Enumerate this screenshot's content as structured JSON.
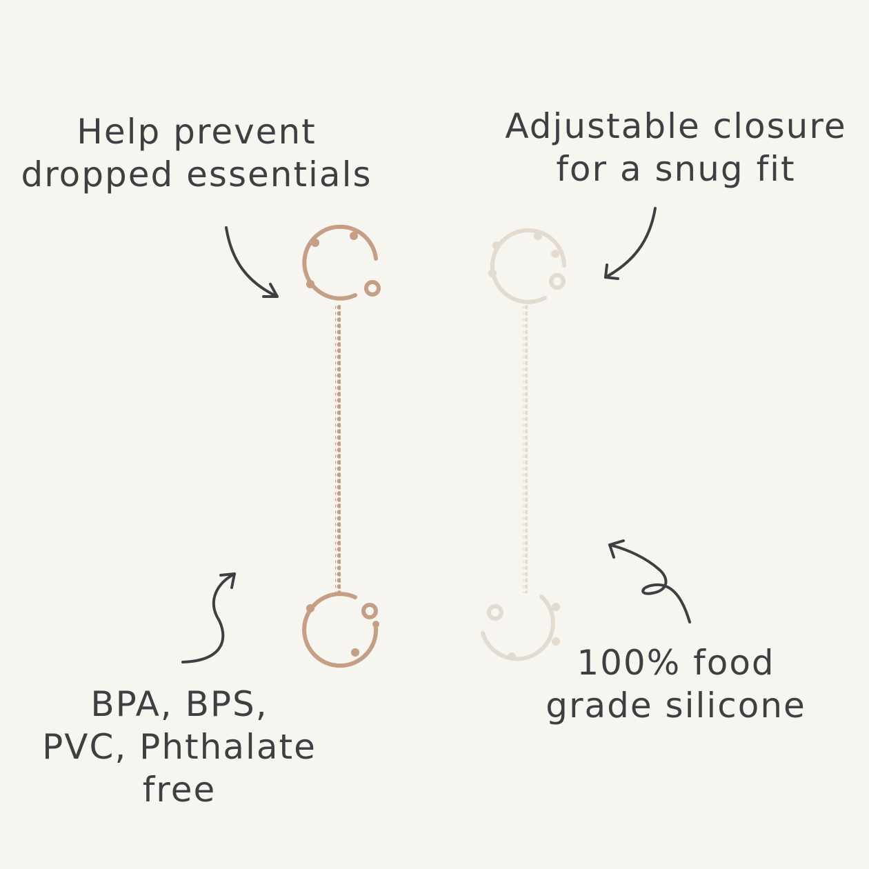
{
  "captions": {
    "top_left": {
      "line1": "Help prevent",
      "line2": "dropped essentials"
    },
    "top_right": {
      "line1": "Adjustable closure",
      "line2": "for a snug fit"
    },
    "bottom_left": {
      "line1": "BPA, BPS,",
      "line2": "PVC, Phthalate",
      "line3": "free"
    },
    "bottom_right": {
      "line1": "100% food",
      "line2": "grade silicone"
    }
  },
  "colors": {
    "background": "#f6f5f0",
    "text": "#3d3f42",
    "strap_left": "#c49e85",
    "strap_right": "#e4dbd0"
  }
}
